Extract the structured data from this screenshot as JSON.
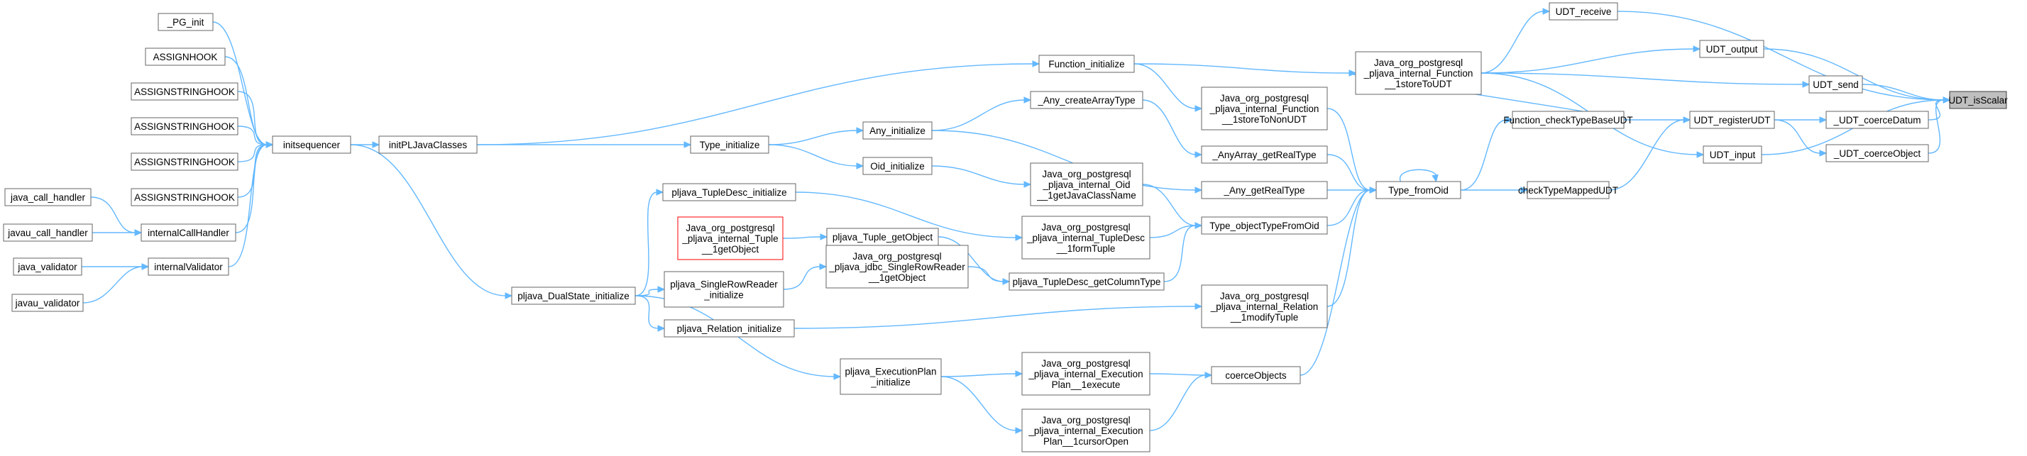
{
  "graph": {
    "nodes": [
      {
        "id": "UDT_isScalar",
        "lines": [
          "UDT_isScalar"
        ],
        "style": "root"
      },
      {
        "id": "UDT_receive",
        "lines": [
          "UDT_receive"
        ]
      },
      {
        "id": "UDT_output",
        "lines": [
          "UDT_output"
        ]
      },
      {
        "id": "UDT_send",
        "lines": [
          "UDT_send"
        ]
      },
      {
        "id": "_UDT_coerceDatum",
        "lines": [
          "_UDT_coerceDatum"
        ]
      },
      {
        "id": "UDT_registerUDT",
        "lines": [
          "UDT_registerUDT"
        ]
      },
      {
        "id": "_UDT_coerceObject",
        "lines": [
          "_UDT_coerceObject"
        ]
      },
      {
        "id": "UDT_input",
        "lines": [
          "UDT_input"
        ]
      },
      {
        "id": "storeToUDT",
        "lines": [
          "Java_org_postgresql",
          "_pljava_internal_Function",
          "__1storeToUDT"
        ]
      },
      {
        "id": "Function_checkTypeBaseUDT",
        "lines": [
          "Function_checkTypeBaseUDT"
        ]
      },
      {
        "id": "checkTypeMappedUDT",
        "lines": [
          "checkTypeMappedUDT"
        ]
      },
      {
        "id": "Type_fromOid",
        "lines": [
          "Type_fromOid"
        ]
      },
      {
        "id": "Function_initialize",
        "lines": [
          "Function_initialize"
        ]
      },
      {
        "id": "storeToNonUDT",
        "lines": [
          "Java_org_postgresql",
          "_pljava_internal_Function",
          "__1storeToNonUDT"
        ]
      },
      {
        "id": "_AnyArray_getRealType",
        "lines": [
          "_AnyArray_getRealType"
        ]
      },
      {
        "id": "_Any_getRealType",
        "lines": [
          "_Any_getRealType"
        ]
      },
      {
        "id": "_Any_createArrayType",
        "lines": [
          "_Any_createArrayType"
        ]
      },
      {
        "id": "Any_initialize",
        "lines": [
          "Any_initialize"
        ]
      },
      {
        "id": "Oid_initialize",
        "lines": [
          "Oid_initialize"
        ]
      },
      {
        "id": "getJavaClassName",
        "lines": [
          "Java_org_postgresql",
          "_pljava_internal_Oid",
          "__1getJavaClassName"
        ]
      },
      {
        "id": "Type_objectTypeFromOid",
        "lines": [
          "Type_objectTypeFromOid"
        ]
      },
      {
        "id": "formTuple",
        "lines": [
          "Java_org_postgresql",
          "_pljava_internal_TupleDesc",
          "__1formTuple"
        ]
      },
      {
        "id": "pljava_TupleDesc_getColumnType",
        "lines": [
          "pljava_TupleDesc_getColumnType"
        ]
      },
      {
        "id": "modifyTuple",
        "lines": [
          "Java_org_postgresql",
          "_pljava_internal_Relation",
          "__1modifyTuple"
        ]
      },
      {
        "id": "coerceObjects",
        "lines": [
          "coerceObjects"
        ]
      },
      {
        "id": "execute",
        "lines": [
          "Java_org_postgresql",
          "_pljava_internal_Execution",
          "Plan__1execute"
        ]
      },
      {
        "id": "cursorOpen",
        "lines": [
          "Java_org_postgresql",
          "_pljava_internal_Execution",
          "Plan__1cursorOpen"
        ]
      },
      {
        "id": "Type_initialize",
        "lines": [
          "Type_initialize"
        ]
      },
      {
        "id": "pljava_TupleDesc_initialize",
        "lines": [
          "pljava_TupleDesc_initialize"
        ]
      },
      {
        "id": "Tuple_getObject",
        "lines": [
          "Java_org_postgresql",
          "_pljava_internal_Tuple",
          "__1getObject"
        ],
        "style": "red"
      },
      {
        "id": "pljava_Tuple_getObject",
        "lines": [
          "pljava_Tuple_getObject"
        ]
      },
      {
        "id": "SingleRowReader_getObject",
        "lines": [
          "Java_org_postgresql",
          "_pljava_jdbc_SingleRowReader",
          "__1getObject"
        ]
      },
      {
        "id": "pljava_SingleRowReader_initialize",
        "lines": [
          "pljava_SingleRowReader",
          "_initialize"
        ]
      },
      {
        "id": "pljava_Relation_initialize",
        "lines": [
          "pljava_Relation_initialize"
        ]
      },
      {
        "id": "pljava_ExecutionPlan_initialize",
        "lines": [
          "pljava_ExecutionPlan",
          "_initialize"
        ]
      },
      {
        "id": "initPLJavaClasses",
        "lines": [
          "initPLJavaClasses"
        ]
      },
      {
        "id": "pljava_DualState_initialize",
        "lines": [
          "pljava_DualState_initialize"
        ]
      },
      {
        "id": "initsequencer",
        "lines": [
          "initsequencer"
        ]
      },
      {
        "id": "_PG_init",
        "lines": [
          "_PG_init"
        ]
      },
      {
        "id": "ASSIGNHOOK",
        "lines": [
          "ASSIGNHOOK"
        ]
      },
      {
        "id": "ASSIGNSTRINGHOOK_1",
        "lines": [
          "ASSIGNSTRINGHOOK"
        ]
      },
      {
        "id": "ASSIGNSTRINGHOOK_2",
        "lines": [
          "ASSIGNSTRINGHOOK"
        ]
      },
      {
        "id": "ASSIGNSTRINGHOOK_3",
        "lines": [
          "ASSIGNSTRINGHOOK"
        ]
      },
      {
        "id": "ASSIGNSTRINGHOOK_4",
        "lines": [
          "ASSIGNSTRINGHOOK"
        ]
      },
      {
        "id": "internalCallHandler",
        "lines": [
          "internalCallHandler"
        ]
      },
      {
        "id": "internalValidator",
        "lines": [
          "internalValidator"
        ]
      },
      {
        "id": "java_call_handler",
        "lines": [
          "java_call_handler"
        ]
      },
      {
        "id": "javau_call_handler",
        "lines": [
          "javau_call_handler"
        ]
      },
      {
        "id": "java_validator",
        "lines": [
          "java_validator"
        ]
      },
      {
        "id": "javau_validator",
        "lines": [
          "javau_validator"
        ]
      }
    ],
    "edges": [
      [
        "UDT_receive",
        "UDT_isScalar"
      ],
      [
        "UDT_output",
        "UDT_isScalar"
      ],
      [
        "UDT_send",
        "UDT_isScalar"
      ],
      [
        "_UDT_coerceDatum",
        "UDT_isScalar"
      ],
      [
        "_UDT_coerceObject",
        "UDT_isScalar"
      ],
      [
        "UDT_input",
        "UDT_isScalar"
      ],
      [
        "UDT_registerUDT",
        "_UDT_coerceDatum"
      ],
      [
        "UDT_registerUDT",
        "_UDT_coerceObject"
      ],
      [
        "storeToUDT",
        "UDT_receive"
      ],
      [
        "storeToUDT",
        "UDT_output"
      ],
      [
        "storeToUDT",
        "UDT_send"
      ],
      [
        "storeToUDT",
        "UDT_input"
      ],
      [
        "Function_checkTypeBaseUDT",
        "UDT_registerUDT"
      ],
      [
        "checkTypeMappedUDT",
        "UDT_registerUDT"
      ],
      [
        "Function_initialize",
        "storeToUDT"
      ],
      [
        "Function_checkTypeBaseUDT",
        "storeToUDT"
      ],
      [
        "Type_fromOid",
        "Function_checkTypeBaseUDT"
      ],
      [
        "Type_fromOid",
        "checkTypeMappedUDT"
      ],
      [
        "Type_fromOid",
        "Type_fromOid"
      ],
      [
        "Function_initialize",
        "storeToNonUDT"
      ],
      [
        "storeToNonUDT",
        "Type_fromOid"
      ],
      [
        "_AnyArray_getRealType",
        "Type_fromOid"
      ],
      [
        "_Any_getRealType",
        "Type_fromOid"
      ],
      [
        "Type_objectTypeFromOid",
        "Type_fromOid"
      ],
      [
        "modifyTuple",
        "Type_fromOid"
      ],
      [
        "coerceObjects",
        "Type_fromOid"
      ],
      [
        "_Any_createArrayType",
        "_AnyArray_getRealType"
      ],
      [
        "Any_initialize",
        "_Any_createArrayType"
      ],
      [
        "Any_initialize",
        "_Any_getRealType"
      ],
      [
        "Oid_initialize",
        "getJavaClassName"
      ],
      [
        "getJavaClassName",
        "Type_objectTypeFromOid"
      ],
      [
        "formTuple",
        "Type_objectTypeFromOid"
      ],
      [
        "pljava_TupleDesc_getColumnType",
        "Type_objectTypeFromOid"
      ],
      [
        "execute",
        "coerceObjects"
      ],
      [
        "cursorOpen",
        "coerceObjects"
      ],
      [
        "Type_initialize",
        "Any_initialize"
      ],
      [
        "Type_initialize",
        "Oid_initialize"
      ],
      [
        "pljava_TupleDesc_initialize",
        "formTuple"
      ],
      [
        "Tuple_getObject",
        "pljava_Tuple_getObject"
      ],
      [
        "pljava_Tuple_getObject",
        "pljava_TupleDesc_getColumnType"
      ],
      [
        "SingleRowReader_getObject",
        "pljava_TupleDesc_getColumnType"
      ],
      [
        "pljava_SingleRowReader_initialize",
        "SingleRowReader_getObject"
      ],
      [
        "pljava_Relation_initialize",
        "modifyTuple"
      ],
      [
        "pljava_ExecutionPlan_initialize",
        "execute"
      ],
      [
        "pljava_ExecutionPlan_initialize",
        "cursorOpen"
      ],
      [
        "initPLJavaClasses",
        "Function_initialize"
      ],
      [
        "initPLJavaClasses",
        "Type_initialize"
      ],
      [
        "pljava_DualState_initialize",
        "pljava_TupleDesc_initialize"
      ],
      [
        "pljava_DualState_initialize",
        "pljava_SingleRowReader_initialize"
      ],
      [
        "pljava_DualState_initialize",
        "pljava_Relation_initialize"
      ],
      [
        "pljava_DualState_initialize",
        "pljava_ExecutionPlan_initialize"
      ],
      [
        "initsequencer",
        "initPLJavaClasses"
      ],
      [
        "initsequencer",
        "pljava_DualState_initialize"
      ],
      [
        "_PG_init",
        "initsequencer"
      ],
      [
        "ASSIGNHOOK",
        "initsequencer"
      ],
      [
        "ASSIGNSTRINGHOOK_1",
        "initsequencer"
      ],
      [
        "ASSIGNSTRINGHOOK_2",
        "initsequencer"
      ],
      [
        "ASSIGNSTRINGHOOK_3",
        "initsequencer"
      ],
      [
        "ASSIGNSTRINGHOOK_4",
        "initsequencer"
      ],
      [
        "internalCallHandler",
        "initsequencer"
      ],
      [
        "internalValidator",
        "initsequencer"
      ],
      [
        "java_call_handler",
        "internalCallHandler"
      ],
      [
        "javau_call_handler",
        "internalCallHandler"
      ],
      [
        "java_validator",
        "internalValidator"
      ],
      [
        "javau_validator",
        "internalValidator"
      ]
    ]
  }
}
